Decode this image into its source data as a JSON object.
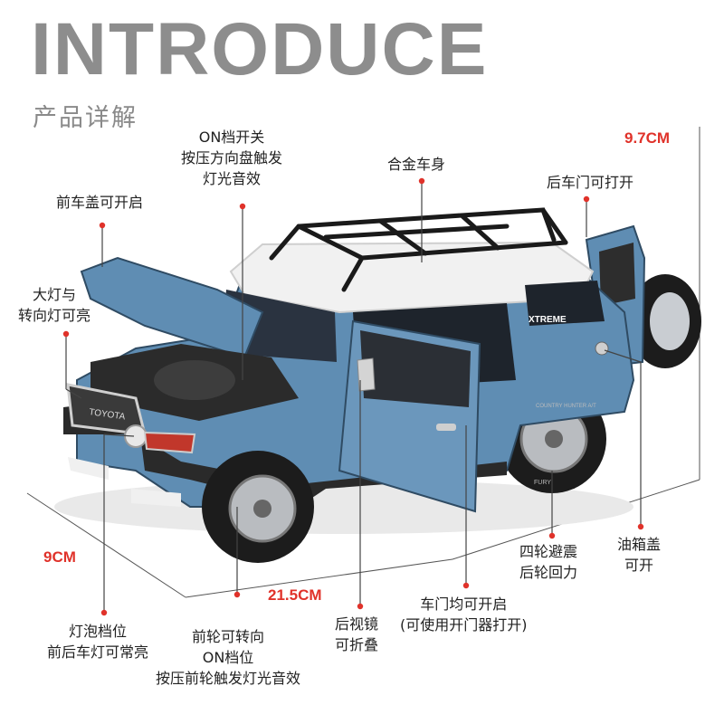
{
  "header": {
    "title": "INTRODUCE",
    "subtitle": "产品详解"
  },
  "callouts": {
    "on_switch": [
      "ON档开关",
      "按压方向盘触发",
      "灯光音效"
    ],
    "alloy_body": [
      "合金车身"
    ],
    "rear_door": [
      "后车门可打开"
    ],
    "hood": [
      "前车盖可开启"
    ],
    "headlights": [
      "大灯与",
      "转向灯可亮"
    ],
    "bulb_gear": [
      "灯泡档位",
      "前后车灯可常亮"
    ],
    "front_wheel": [
      "前轮可转向",
      "ON档位",
      "按压前轮触发灯光音效"
    ],
    "mirror": [
      "后视镜",
      "可折叠"
    ],
    "doors": [
      "车门均可开启",
      "(可使用开门器打开)"
    ],
    "suspension": [
      "四轮避震",
      "后轮回力"
    ],
    "fuel_cap": [
      "油箱盖",
      "可开"
    ]
  },
  "dimensions": {
    "height": "9.7CM",
    "width": "9CM",
    "length": "21.5CM"
  },
  "car": {
    "grille_text": "TOYOTA",
    "side_badge": "XTREME",
    "tire_text": "COUNTRY HUNTER A/T",
    "tire_brand": "FURY"
  },
  "colors": {
    "body": "#5f8db3",
    "roof": "#f1f1f1",
    "accent": "#e0322a",
    "leader": "#444444"
  }
}
